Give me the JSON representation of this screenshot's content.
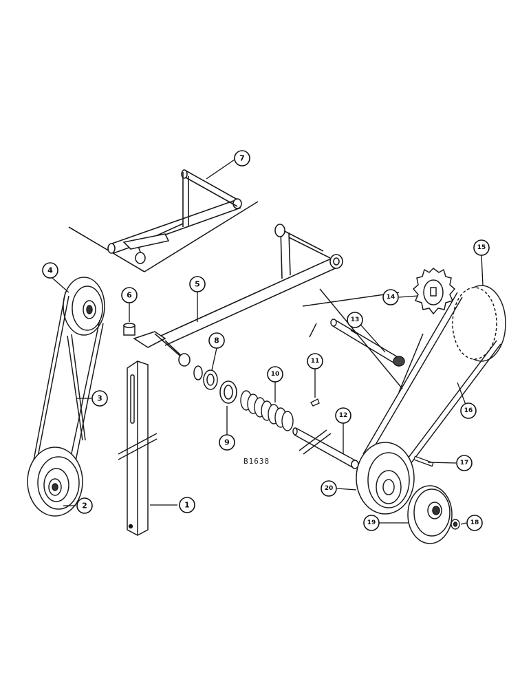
{
  "drawing_code": "B1638",
  "callouts": [
    {
      "label": "1"
    },
    {
      "label": "2"
    },
    {
      "label": "3"
    },
    {
      "label": "4"
    },
    {
      "label": "5"
    },
    {
      "label": "6"
    },
    {
      "label": "7"
    },
    {
      "label": "8"
    },
    {
      "label": "9"
    },
    {
      "label": "10"
    },
    {
      "label": "11"
    },
    {
      "label": "12"
    },
    {
      "label": "13"
    },
    {
      "label": "14"
    },
    {
      "label": "15"
    },
    {
      "label": "16"
    },
    {
      "label": "17"
    },
    {
      "label": "18"
    },
    {
      "label": "19"
    },
    {
      "label": "20"
    }
  ],
  "colors": {
    "ink": "#1a1a1a",
    "paper": "#ffffff"
  }
}
